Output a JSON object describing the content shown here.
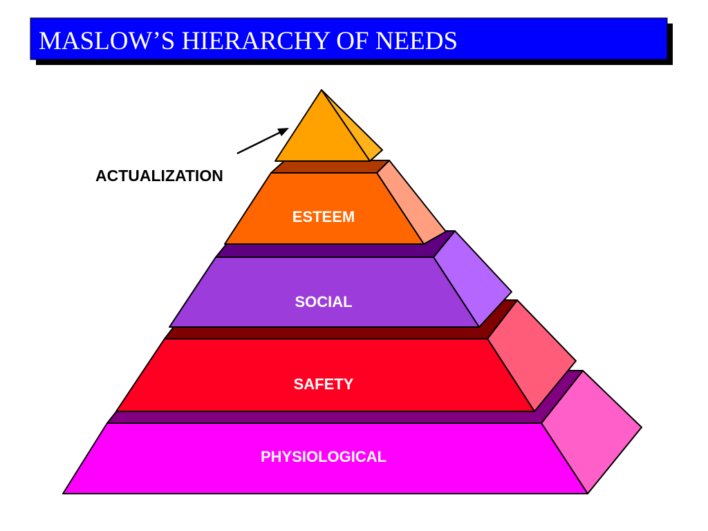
{
  "title": {
    "text": "MASLOW’S HIERARCHY OF NEEDS",
    "bar_color": "#0000FF",
    "shadow_color": "#000000",
    "text_color": "#FFFFFF"
  },
  "callout": {
    "label": "ACTUALIZATION"
  },
  "levels": [
    {
      "label": "",
      "name": "actualization",
      "colors": {
        "front": "#FFA200",
        "side": "#FFB21A"
      }
    },
    {
      "label": "ESTEEM",
      "colors": {
        "front": "#FF6600",
        "side": "#FF9F80",
        "top": "#B03A00"
      }
    },
    {
      "label": "SOCIAL",
      "colors": {
        "front": "#9B3CDB",
        "side": "#B466FF",
        "top": "#5E007F"
      }
    },
    {
      "label": "SAFETY",
      "colors": {
        "front": "#FF0022",
        "side": "#FF5C79",
        "top": "#7F0000"
      }
    },
    {
      "label": "PHYSIOLOGICAL",
      "colors": {
        "front": "#FF00FF",
        "side": "#FF5FC8",
        "top": "#800080"
      }
    }
  ]
}
